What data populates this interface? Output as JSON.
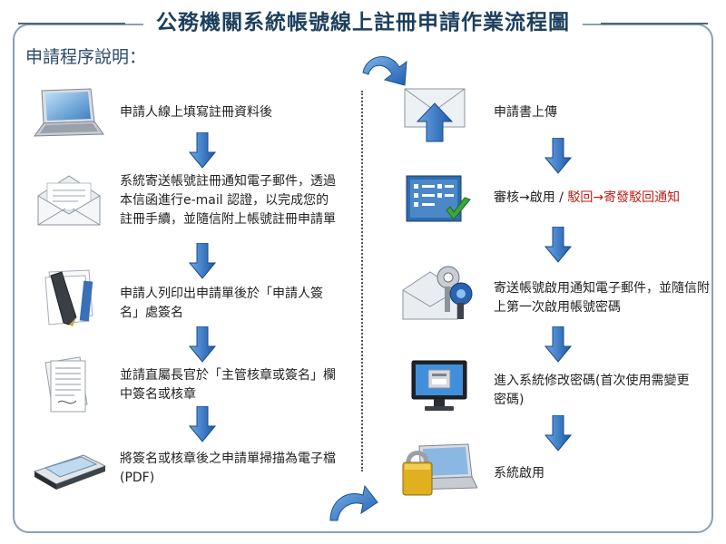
{
  "title": "公務機關系統帳號線上註冊申請作業流程圖",
  "section_label": "申請程序說明：",
  "left_steps": [
    {
      "text": "申請人線上填寫註冊資料後",
      "icon": "laptop-icon"
    },
    {
      "text": "系統寄送帳號註冊通知電子郵件，透過本信函進行e-mail 認證，以完成您的註冊手續，並隨信附上帳號註冊申請單",
      "icon": "open-envelope-icon"
    },
    {
      "text": "申請人列印出申請單後於「申請人簽名」處簽名",
      "icon": "pen-paper-icon"
    },
    {
      "text": "並請直屬長官於「主管核章或簽名」欄中簽名或核章",
      "icon": "documents-icon"
    },
    {
      "text": "將簽名或核章後之申請單掃描為電子檔(PDF)",
      "icon": "scanner-icon"
    }
  ],
  "right_steps": [
    {
      "text": "申請書上傳",
      "icon": "upload-mail-icon"
    },
    {
      "text_a": "審核→啟用 / ",
      "text_b": "駁回→寄發駁回通知",
      "icon": "checklist-icon"
    },
    {
      "text": "寄送帳號啟用通知電子郵件，並隨信附上第一次啟用帳號密碼",
      "icon": "mail-keys-icon"
    },
    {
      "text": "進入系統修改密碼(首次使用需變更密碼)",
      "icon": "monitor-icon"
    },
    {
      "text": "系統啟用",
      "icon": "laptop-lock-icon"
    }
  ],
  "colors": {
    "frame": "#8aa0b4",
    "arrow": "#3a7cc8",
    "title": "#1d3f5e",
    "reject": "#c0201a"
  }
}
